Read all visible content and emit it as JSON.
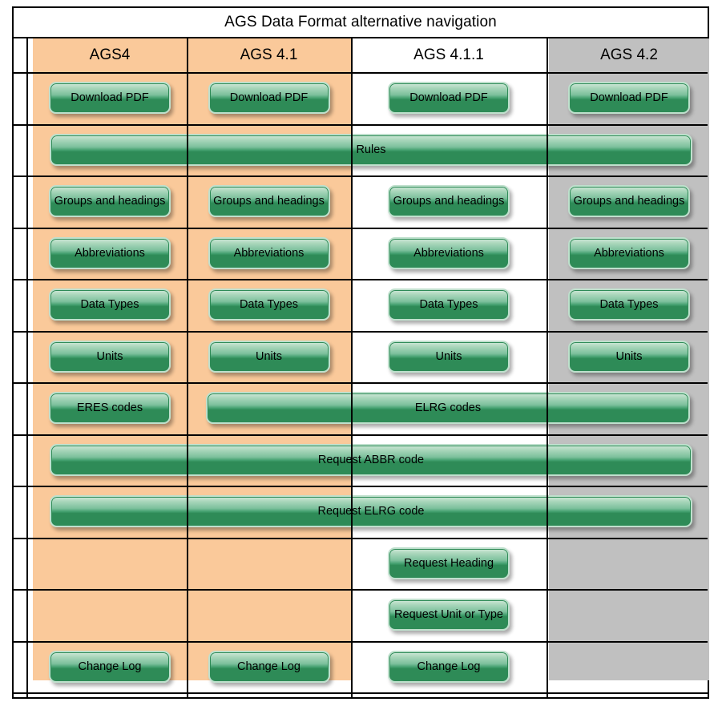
{
  "diagram": {
    "title": "AGS Data Format alternative navigation",
    "columns": [
      {
        "key": "ags4",
        "label": "AGS4",
        "background": "#FAC99A"
      },
      {
        "key": "ags41",
        "label": "AGS 4.1",
        "background": "#FAC99A"
      },
      {
        "key": "ags411",
        "label": "AGS 4.1.1",
        "background": "#FFFFFF"
      },
      {
        "key": "ags42",
        "label": "AGS 4.2",
        "background": "#C0C0C0"
      }
    ],
    "button_color": "#2E8B57",
    "button_highlight": "#CFE8D8",
    "rows": [
      {
        "id": "download-pdf",
        "cells": [
          {
            "label": "Download PDF",
            "span": 1
          },
          {
            "label": "Download PDF",
            "span": 1
          },
          {
            "label": "Download PDF",
            "span": 1
          },
          {
            "label": "Download PDF",
            "span": 1
          }
        ]
      },
      {
        "id": "rules",
        "cells": [
          {
            "label": "Rules",
            "span": 4
          }
        ]
      },
      {
        "id": "groups-and-headings",
        "cells": [
          {
            "label": "Groups and headings",
            "span": 1
          },
          {
            "label": "Groups and headings",
            "span": 1
          },
          {
            "label": "Groups and headings",
            "span": 1
          },
          {
            "label": "Groups and headings",
            "span": 1
          }
        ]
      },
      {
        "id": "abbreviations",
        "cells": [
          {
            "label": "Abbreviations",
            "span": 1
          },
          {
            "label": "Abbreviations",
            "span": 1
          },
          {
            "label": "Abbreviations",
            "span": 1
          },
          {
            "label": "Abbreviations",
            "span": 1
          }
        ]
      },
      {
        "id": "data-types",
        "cells": [
          {
            "label": "Data Types",
            "span": 1
          },
          {
            "label": "Data Types",
            "span": 1
          },
          {
            "label": "Data Types",
            "span": 1
          },
          {
            "label": "Data Types",
            "span": 1
          }
        ]
      },
      {
        "id": "units",
        "cells": [
          {
            "label": "Units",
            "span": 1
          },
          {
            "label": "Units",
            "span": 1
          },
          {
            "label": "Units",
            "span": 1
          },
          {
            "label": "Units",
            "span": 1
          }
        ]
      },
      {
        "id": "codes",
        "cells": [
          {
            "label": "ERES codes",
            "span": 1
          },
          {
            "label": "ELRG codes",
            "span": 3
          }
        ]
      },
      {
        "id": "request-abbr-code",
        "cells": [
          {
            "label": "Request ABBR code",
            "span": 4
          }
        ]
      },
      {
        "id": "request-elrg-code",
        "cells": [
          {
            "label": "Request ELRG code",
            "span": 4
          }
        ]
      },
      {
        "id": "request-heading",
        "cells": [
          {
            "label": "",
            "span": 1
          },
          {
            "label": "",
            "span": 1
          },
          {
            "label": "Request Heading",
            "span": 1
          },
          {
            "label": "",
            "span": 1
          }
        ]
      },
      {
        "id": "request-unit-or-type",
        "cells": [
          {
            "label": "",
            "span": 1
          },
          {
            "label": "",
            "span": 1
          },
          {
            "label": "Request Unit or Type",
            "span": 1
          },
          {
            "label": "",
            "span": 1
          }
        ]
      },
      {
        "id": "change-log",
        "cells": [
          {
            "label": "Change Log",
            "span": 1
          },
          {
            "label": "Change Log",
            "span": 1
          },
          {
            "label": "Change Log",
            "span": 1
          },
          {
            "label": "",
            "span": 1
          }
        ]
      }
    ]
  }
}
